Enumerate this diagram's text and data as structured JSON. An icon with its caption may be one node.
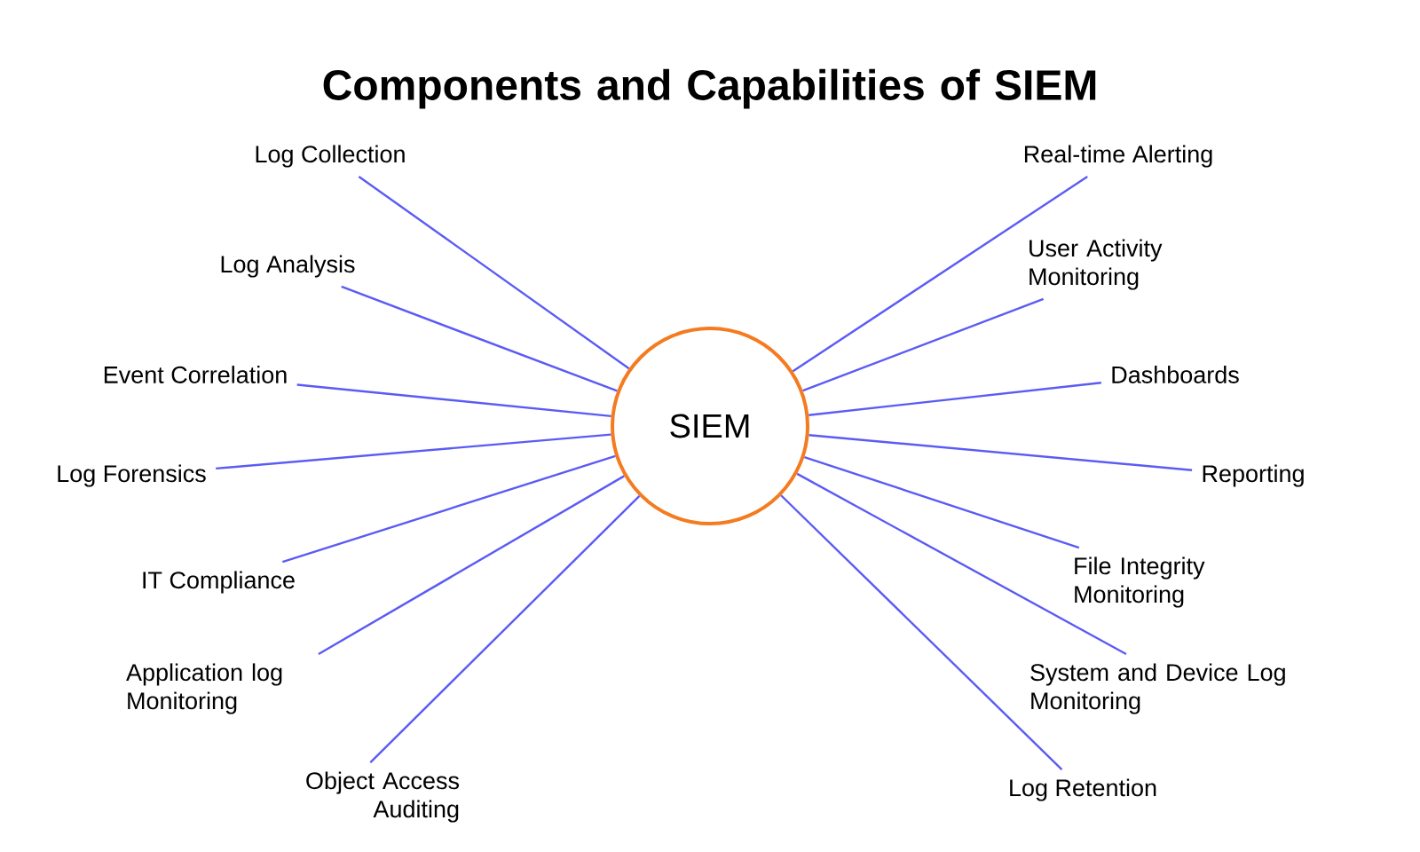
{
  "diagram": {
    "title": "Components and Capabilities of SIEM",
    "nodes": [
      {
        "text": [
          "SIEM"
        ]
      },
      {
        "text": [
          "Log Collection"
        ]
      },
      {
        "text": [
          "Log Analysis"
        ]
      },
      {
        "text": [
          "Event Correlation"
        ]
      },
      {
        "text": [
          "Log Forensics"
        ]
      },
      {
        "text": [
          "IT Compliance"
        ]
      },
      {
        "text": [
          "Application log Monitoring"
        ]
      },
      {
        "text": [
          "Object Access Auditing"
        ]
      },
      {
        "text": [
          "Real-time Alerting"
        ]
      },
      {
        "text": [
          "User Activity Monitoring"
        ]
      },
      {
        "text": [
          "Dashboards"
        ]
      },
      {
        "text": [
          "Reporting"
        ]
      },
      {
        "text": [
          "File Integrity Monitoring"
        ]
      },
      {
        "text": [
          "System and Device Log Monitoring"
        ]
      },
      {
        "text": [
          "Log Retention"
        ]
      }
    ],
    "edges": [
      {
        "from": 1,
        "to": 0,
        "arrow": "none"
      },
      {
        "from": 2,
        "to": 0,
        "arrow": "none"
      },
      {
        "from": 3,
        "to": 0,
        "arrow": "none"
      },
      {
        "from": 4,
        "to": 0,
        "arrow": "none"
      },
      {
        "from": 5,
        "to": 0,
        "arrow": "none"
      },
      {
        "from": 6,
        "to": 0,
        "arrow": "none"
      },
      {
        "from": 7,
        "to": 0,
        "arrow": "none"
      },
      {
        "from": 8,
        "to": 0,
        "arrow": "none"
      },
      {
        "from": 9,
        "to": 0,
        "arrow": "none"
      },
      {
        "from": 10,
        "to": 0,
        "arrow": "none"
      },
      {
        "from": 11,
        "to": 0,
        "arrow": "none"
      },
      {
        "from": 12,
        "to": 0,
        "arrow": "none"
      },
      {
        "from": 13,
        "to": 0,
        "arrow": "none"
      },
      {
        "from": 14,
        "to": 0,
        "arrow": "none"
      }
    ]
  }
}
